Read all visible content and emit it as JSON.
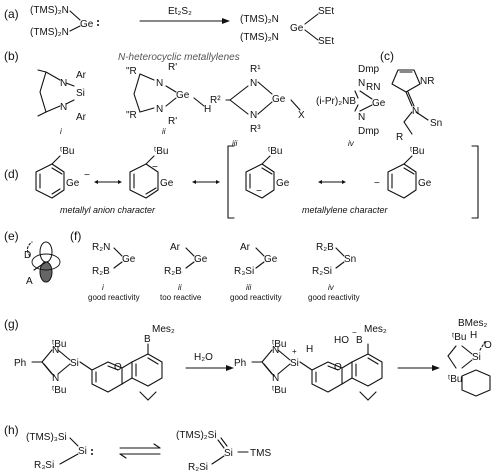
{
  "panels": {
    "a": "(a)",
    "b": "(b)",
    "c": "(c)",
    "d": "(d)",
    "e": "(e)",
    "f": "(f)",
    "g": "(g)",
    "h": "(h)"
  },
  "a": {
    "tms_n": "(TMS)₂N",
    "ge": "Ge",
    "reagent": "Et₂S₂",
    "set": "SEt"
  },
  "b": {
    "title": "N-heterocyclic metallylenes",
    "ar": "Ar",
    "n": "N",
    "si": "Si",
    "ge": "Ge",
    "r_dbl": "\"R",
    "r_prime": "R'",
    "h": "H",
    "r1": "R¹",
    "r2": "R²",
    "r3": "R³",
    "x": "X",
    "iPr2N": "(i-Pr)₂NB",
    "dmp": "Dmp",
    "captions": [
      "i",
      "ii",
      "iii",
      "iv"
    ]
  },
  "c": {
    "nr": "NR",
    "rn": "RN",
    "n": "N",
    "sn": "Sn",
    "r": "R"
  },
  "d": {
    "tbu": "ᵗBu",
    "ge": "Ge",
    "anion_caption": "metallyl anion character",
    "metallylene_caption": "metallylene character"
  },
  "e": {
    "d": "D",
    "a": "A"
  },
  "f": {
    "compounds": [
      {
        "top": "R₂N",
        "bottom": "R₂B",
        "center": "Ge",
        "caption_num": "i",
        "caption": "good reactivity"
      },
      {
        "top": "Ar",
        "bottom": "R₂B",
        "center": "Ge",
        "caption_num": "ii",
        "caption": "too reactive"
      },
      {
        "top": "Ar",
        "bottom": "R₃Si",
        "center": "Ge",
        "caption_num": "iii",
        "caption": "good reactivity"
      },
      {
        "top": "R₂B",
        "bottom": "R₂Si",
        "center": "Sn",
        "caption_num": "iv",
        "caption": "good reactivity"
      }
    ]
  },
  "g": {
    "tbu": "ᵗBu",
    "mes2": "Mes₂",
    "bmes2": "BMes₂",
    "b": "B",
    "ph": "Ph",
    "n": "N",
    "si": "Si",
    "o": "O",
    "h": "H",
    "ho": "HO",
    "water": "H₂O",
    "plus": "+",
    "minus": "−"
  },
  "h": {
    "tms3si": "(TMS)₃Si",
    "r3si": "R₃Si",
    "si": "Si",
    "tms2si": "(TMS)₂Si",
    "tms": "TMS",
    "r2si": "R₂Si"
  }
}
